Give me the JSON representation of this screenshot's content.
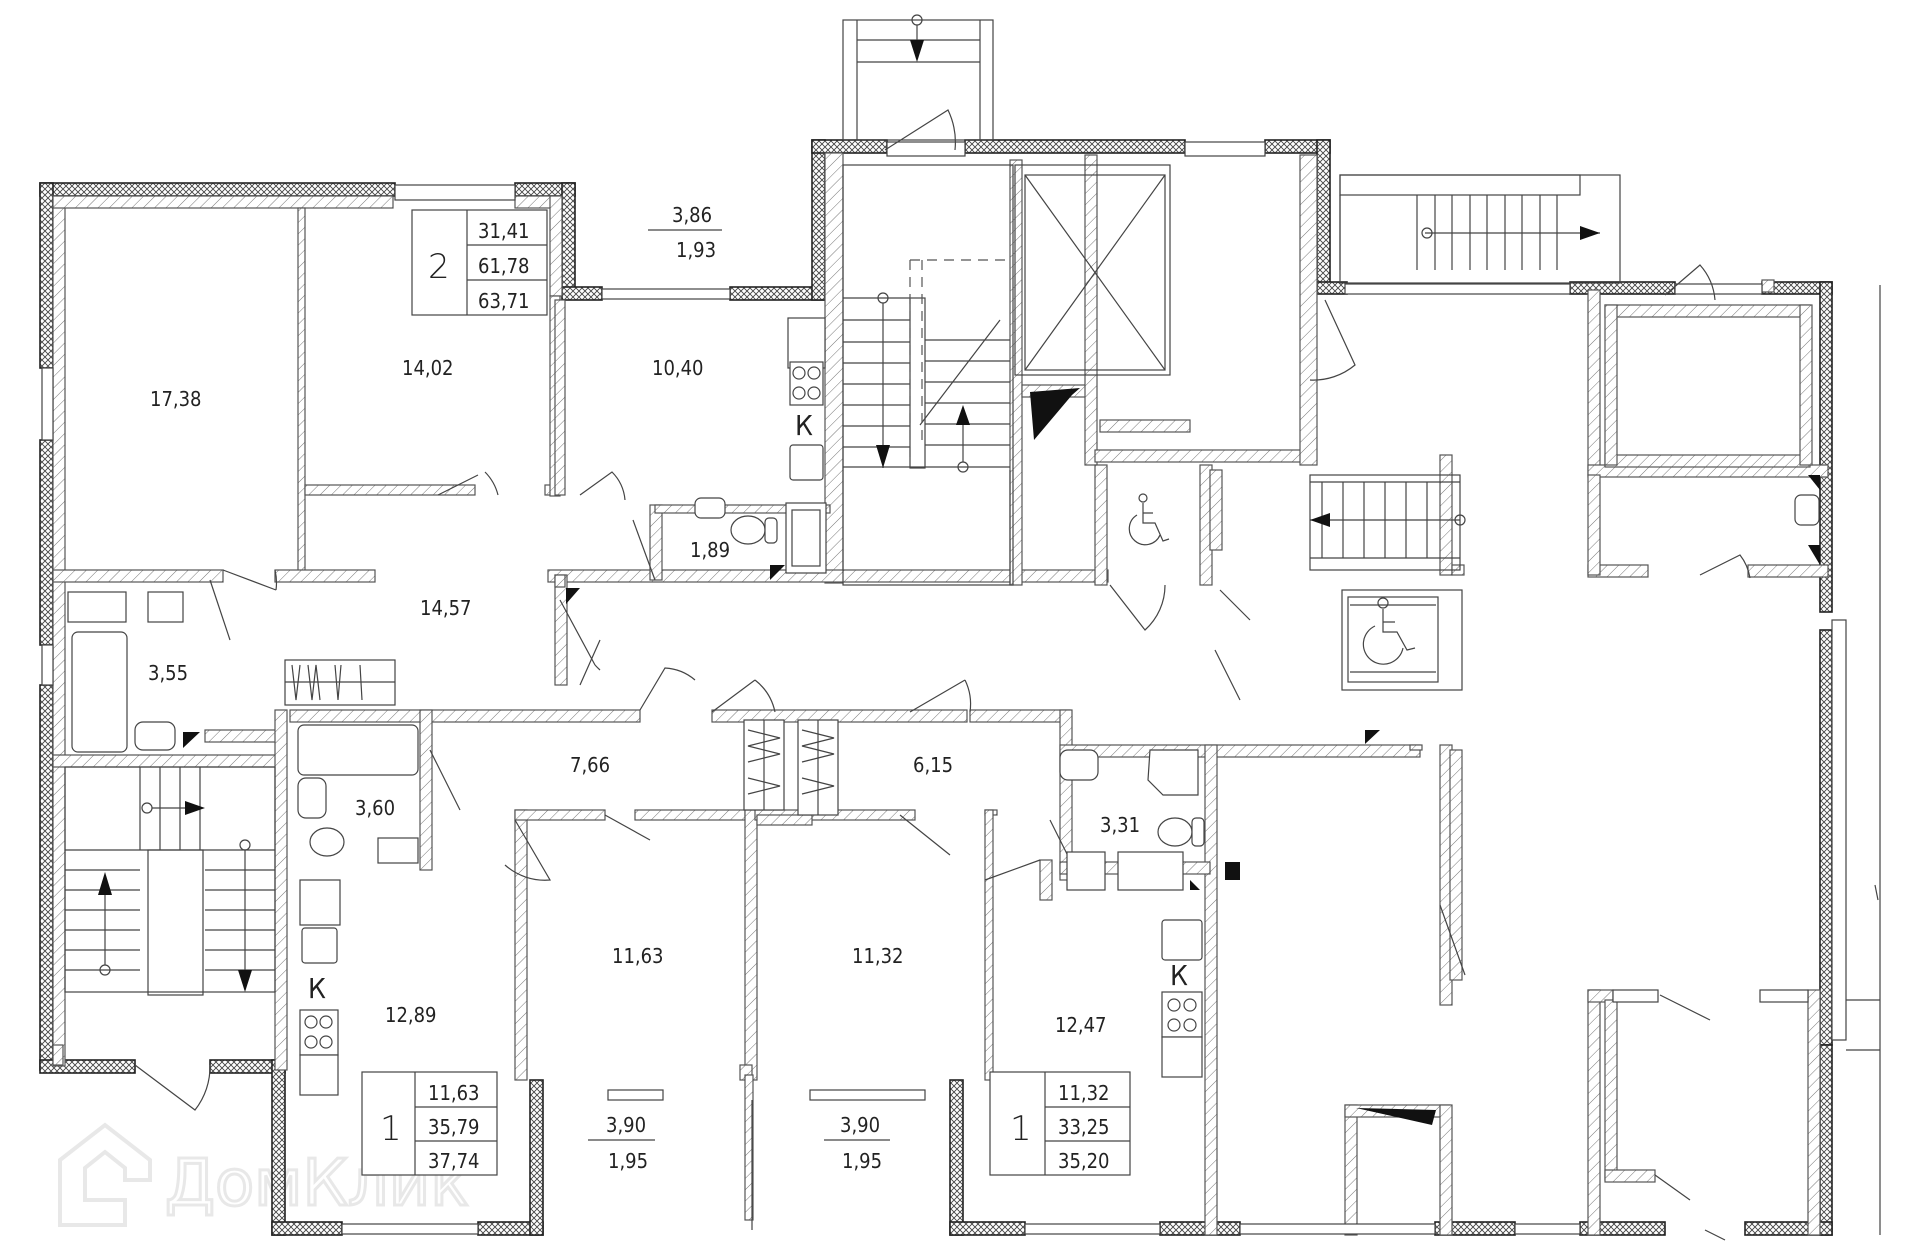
{
  "watermark": {
    "text": "ДомКлик",
    "icon": "house-logo-icon"
  },
  "apartments": [
    {
      "id": "apt-2room",
      "rooms_count": "2",
      "living_area": "31,41",
      "total_area": "61,78",
      "total_area_with_balcony": "63,71"
    },
    {
      "id": "apt-1room-left",
      "rooms_count": "1",
      "living_area": "11,63",
      "total_area": "35,79",
      "total_area_with_balcony": "37,74"
    },
    {
      "id": "apt-1room-right",
      "rooms_count": "1",
      "living_area": "11,32",
      "total_area": "33,25",
      "total_area_with_balcony": "35,20"
    }
  ],
  "rooms": {
    "bedroom_1738": "17,38",
    "bedroom_1402": "14,02",
    "kitchen_1040": "10,40",
    "wc_189": "1,89",
    "hall_1457": "14,57",
    "bath_355": "3,55",
    "hall_766": "7,66",
    "bath_360": "3,60",
    "hall_615": "6,15",
    "bath_331": "3,31",
    "kitchen_1289": "12,89",
    "room_1163": "11,63",
    "room_1132": "11,32",
    "kitchen_1247": "12,47"
  },
  "balconies": [
    {
      "id": "balcony-top",
      "area": "3,86",
      "reduced_area": "1,93"
    },
    {
      "id": "balcony-bottom-left",
      "area": "3,90",
      "reduced_area": "1,95"
    },
    {
      "id": "balcony-bottom-right",
      "area": "3,90",
      "reduced_area": "1,95"
    }
  ],
  "symbols": {
    "kitchen_mark": "К",
    "icons": [
      "wheelchair-icon",
      "elevator-shaft-icon",
      "stair-arrow-icon",
      "stove-icon",
      "sink-icon",
      "toilet-icon",
      "bathtub-icon",
      "shower-icon"
    ]
  }
}
